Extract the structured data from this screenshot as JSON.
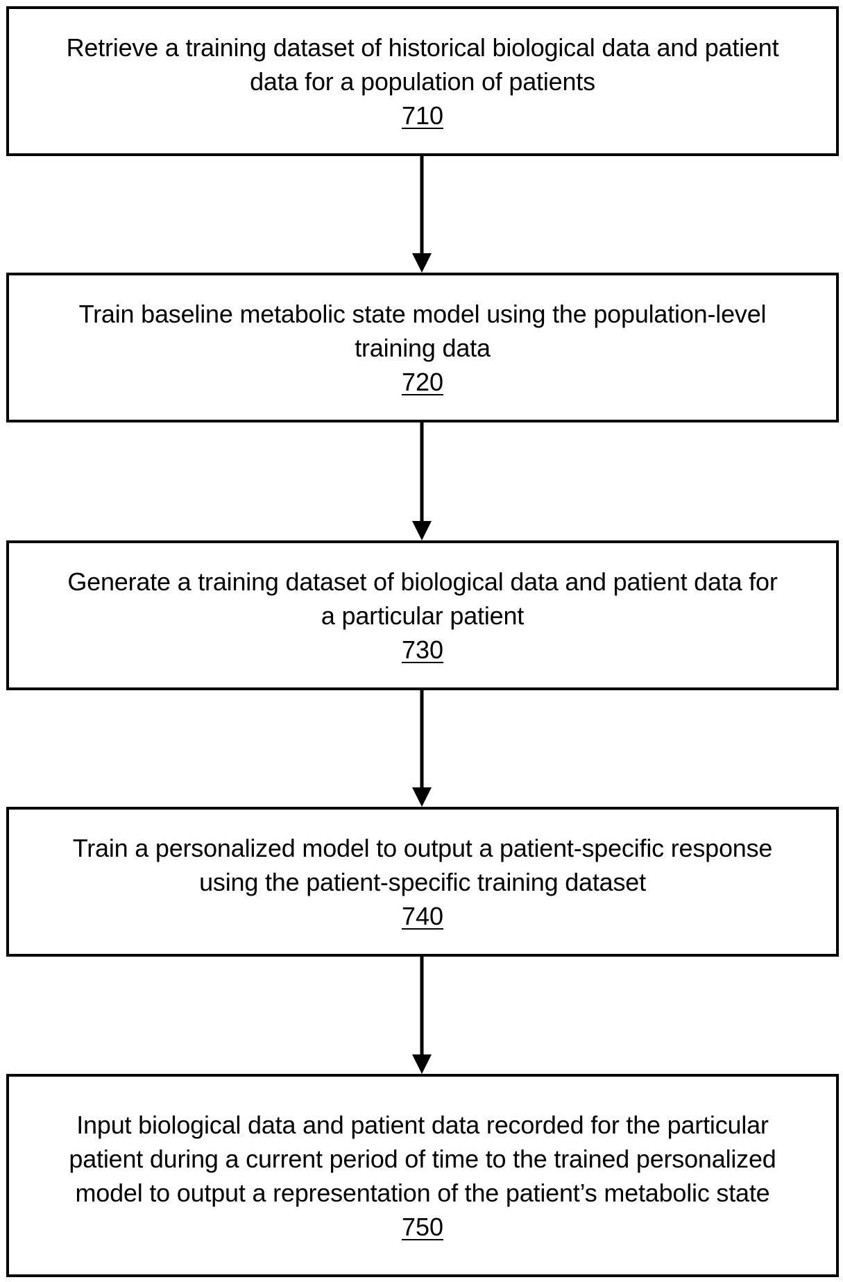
{
  "flowchart": {
    "steps": [
      {
        "text": "Retrieve a training dataset of historical biological data and patient\ndata for a population of patients",
        "ref": "710"
      },
      {
        "text": "Train baseline metabolic state model using the population-level\ntraining data",
        "ref": "720"
      },
      {
        "text": "Generate a training dataset of biological data and patient data for\na particular patient",
        "ref": "730"
      },
      {
        "text": "Train a personalized model to output a patient-specific response\nusing the patient-specific training dataset",
        "ref": "740"
      },
      {
        "text": "Input biological data and patient data recorded for the particular\npatient during a current period of time to the trained personalized\nmodel to output a representation of the patient’s metabolic state",
        "ref": "750"
      }
    ]
  },
  "colors": {
    "line": "#000000",
    "background": "#ffffff"
  }
}
